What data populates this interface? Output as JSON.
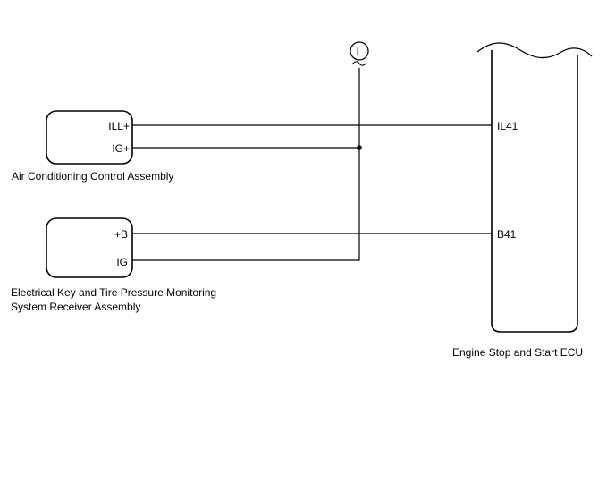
{
  "components": {
    "ac_control": {
      "name": "Air Conditioning Control Assembly",
      "pins": {
        "ill": "ILL+",
        "ig": "IG+"
      }
    },
    "key_receiver": {
      "name_line1": "Electrical Key and Tire Pressure Monitoring",
      "name_line2": "System Receiver Assembly",
      "pins": {
        "b": "+B",
        "ig": "IG"
      }
    },
    "ecu": {
      "name": "Engine Stop and Start ECU",
      "pins": {
        "il41": "IL41",
        "b41": "B41"
      }
    }
  },
  "connector": {
    "label": "L"
  }
}
